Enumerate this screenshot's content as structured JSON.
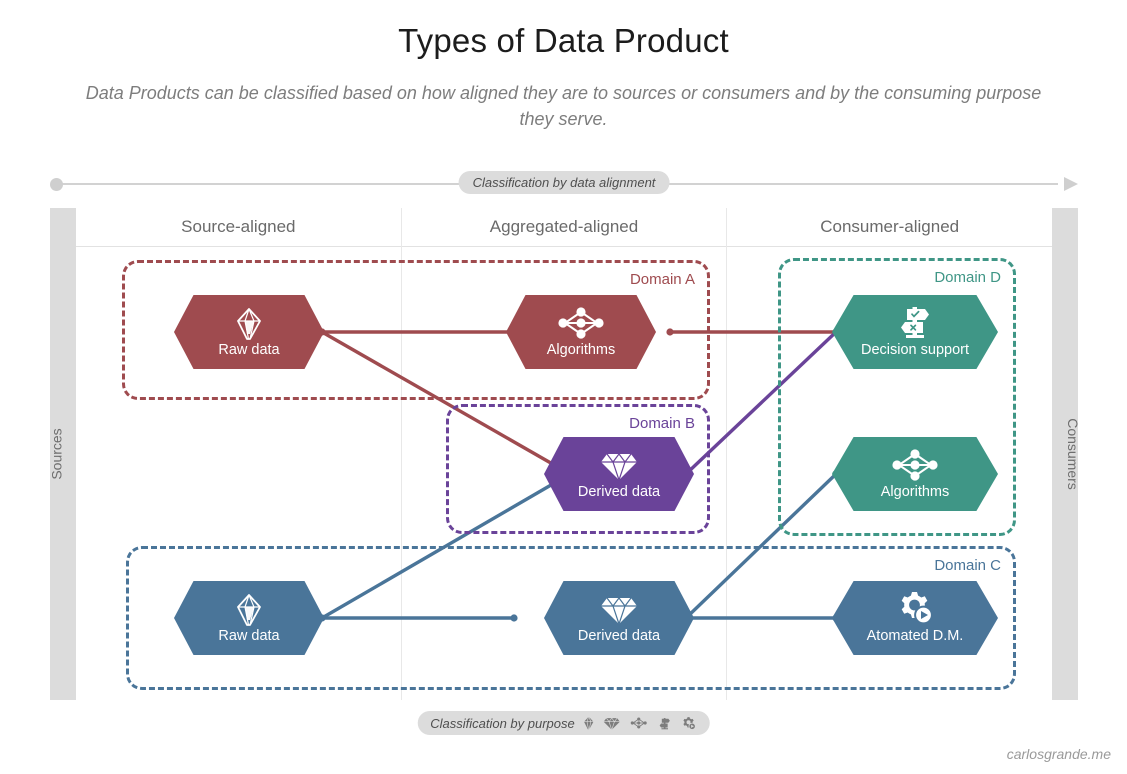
{
  "header": {
    "title": "Types of Data Product",
    "subtitle": "Data Products can be classified based on how aligned they are to sources or consumers and by the consuming purpose they serve."
  },
  "alignment_axis": {
    "label": "Classification by data alignment",
    "start_icon": "dot-icon",
    "end_icon": "arrow-right-icon"
  },
  "columns": [
    {
      "label": "Source-aligned"
    },
    {
      "label": "Aggregated-aligned"
    },
    {
      "label": "Consumer-aligned"
    }
  ],
  "side_labels": {
    "left": "Sources",
    "right": "Consumers"
  },
  "colors": {
    "domain_a": "#9f4b4f",
    "domain_b": "#6a4399",
    "domain_c": "#4a7599",
    "domain_d": "#3f9686",
    "grey_bar": "#dcdcdc",
    "grid_line": "#e8e8e8",
    "text_muted": "#6e6e6e"
  },
  "domains": [
    {
      "id": "A",
      "label": "Domain A",
      "color": "#9f4b4f"
    },
    {
      "id": "B",
      "label": "Domain B",
      "color": "#6a4399"
    },
    {
      "id": "C",
      "label": "Domain C",
      "color": "#4a7599"
    },
    {
      "id": "D",
      "label": "Domain D",
      "color": "#3f9686"
    }
  ],
  "nodes": [
    {
      "id": "a-raw",
      "label": "Raw data",
      "icon": "raw-crystal-icon",
      "domain": "A",
      "column": "Source-aligned",
      "color": "#9f4b4f"
    },
    {
      "id": "a-algorithms",
      "label": "Algorithms",
      "icon": "algorithm-nodes-icon",
      "domain": "A",
      "column": "Aggregated-aligned",
      "color": "#9f4b4f"
    },
    {
      "id": "d-decision",
      "label": "Decision support",
      "icon": "signpost-icon",
      "domain": "D",
      "column": "Consumer-aligned",
      "color": "#3f9686"
    },
    {
      "id": "b-derived",
      "label": "Derived data",
      "icon": "diamond-icon",
      "domain": "B",
      "column": "Aggregated-aligned",
      "color": "#6a4399"
    },
    {
      "id": "d-algorithms",
      "label": "Algorithms",
      "icon": "algorithm-nodes-icon",
      "domain": "D",
      "column": "Consumer-aligned",
      "color": "#3f9686"
    },
    {
      "id": "c-raw",
      "label": "Raw data",
      "icon": "raw-crystal-icon",
      "domain": "C",
      "column": "Source-aligned",
      "color": "#4a7599"
    },
    {
      "id": "c-derived",
      "label": "Derived data",
      "icon": "diamond-icon",
      "domain": "C",
      "column": "Aggregated-aligned",
      "color": "#4a7599"
    },
    {
      "id": "c-automated",
      "label": "Atomated D.M.",
      "icon": "gear-play-icon",
      "domain": "C",
      "column": "Consumer-aligned",
      "color": "#4a7599"
    }
  ],
  "connections": [
    {
      "from": "a-raw",
      "to": "a-algorithms",
      "color": "#9f4b4f"
    },
    {
      "from": "a-raw",
      "to": "b-derived",
      "color": "#9f4b4f"
    },
    {
      "from": "a-algorithms",
      "to": "d-decision",
      "color": "#9f4b4f"
    },
    {
      "from": "b-derived",
      "to": "d-decision",
      "color": "#6a4399"
    },
    {
      "from": "c-raw",
      "to": "c-derived",
      "color": "#4a7599"
    },
    {
      "from": "c-raw",
      "to": "b-derived",
      "color": "#4a7599"
    },
    {
      "from": "c-derived",
      "to": "c-automated",
      "color": "#4a7599"
    },
    {
      "from": "c-derived",
      "to": "d-algorithms",
      "color": "#4a7599"
    }
  ],
  "purpose_legend": {
    "label": "Classification by purpose",
    "icons": [
      "raw-crystal-icon",
      "diamond-icon",
      "algorithm-nodes-icon",
      "signpost-icon",
      "gear-play-icon"
    ]
  },
  "credit": "carlosgrande.me"
}
